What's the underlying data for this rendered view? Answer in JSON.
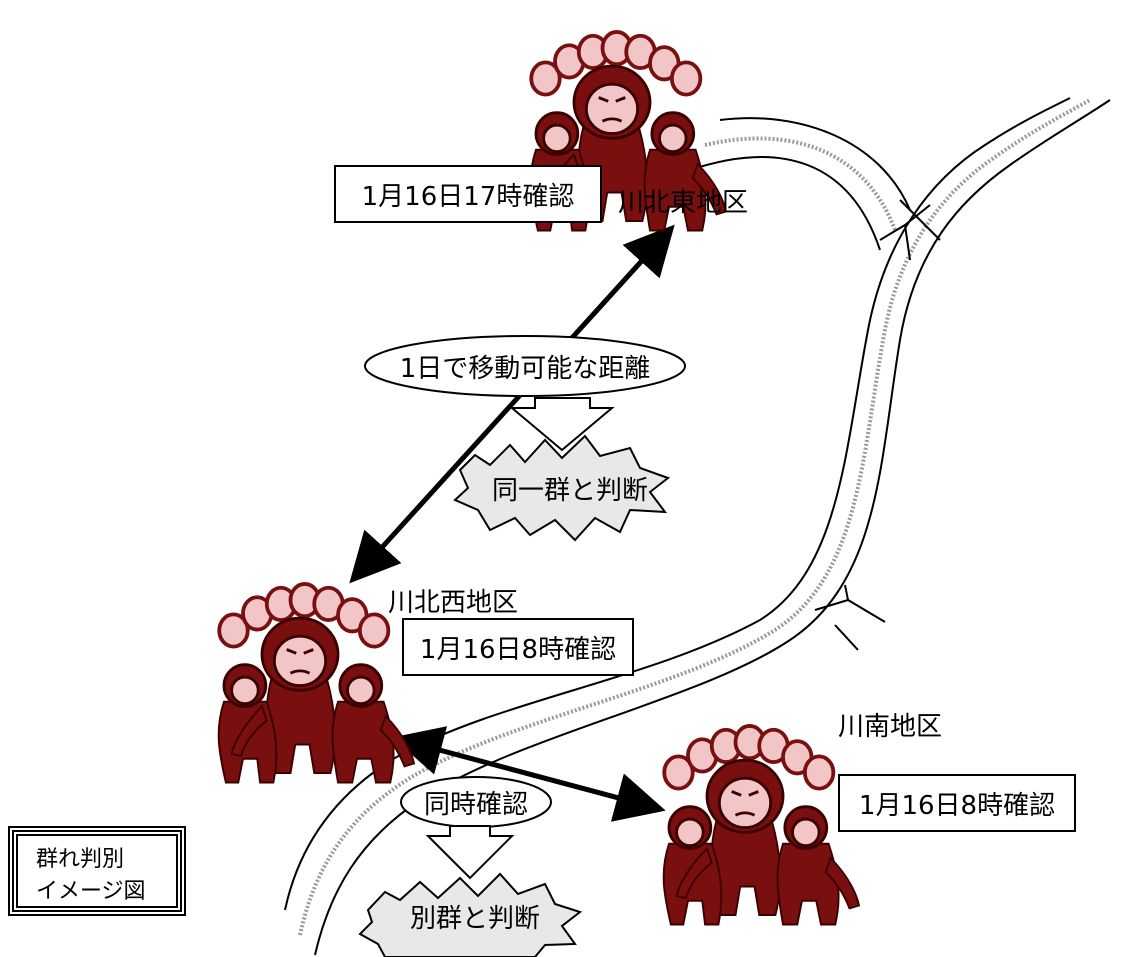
{
  "regions": {
    "east": "川北東地区",
    "west": "川北西地区",
    "south": "川南地区"
  },
  "sightings": {
    "east": "1月16日17時確認",
    "west": "1月16日8時確認",
    "south": "1月16日8時確認"
  },
  "oval_distance": "1日で移動可能な距離",
  "oval_same_time": "同時確認",
  "verdict_same": "同一群と判断",
  "verdict_diff": "別群と判断",
  "legend": {
    "line1": "群れ判別",
    "line2": "イメージ図"
  },
  "colors": {
    "monkey_body": "#7a0f0f",
    "monkey_face": "#f2c6c6",
    "burst_fill": "#e8e8e8",
    "river_stripe": "#9a9a9a"
  }
}
